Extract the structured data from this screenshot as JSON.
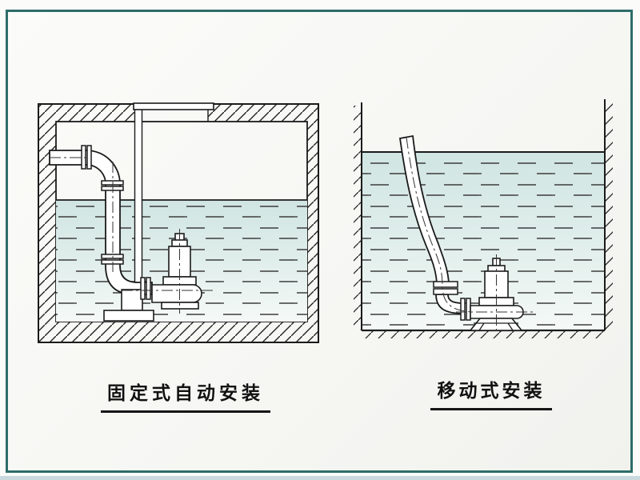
{
  "figures": [
    {
      "id": "fixed-auto",
      "caption": "固定式自动安装"
    },
    {
      "id": "mobile",
      "caption": "移动式安装"
    }
  ],
  "colors": {
    "frame_border": "#2e6d68",
    "water_top": "#d0e5e2",
    "water_mid": "#e0eeeb",
    "water_bottom": "#f5f9f7",
    "line": "#1b1b1b",
    "water_dash": "#3c3c3c",
    "bottom_strip": "#c9d9dd"
  }
}
